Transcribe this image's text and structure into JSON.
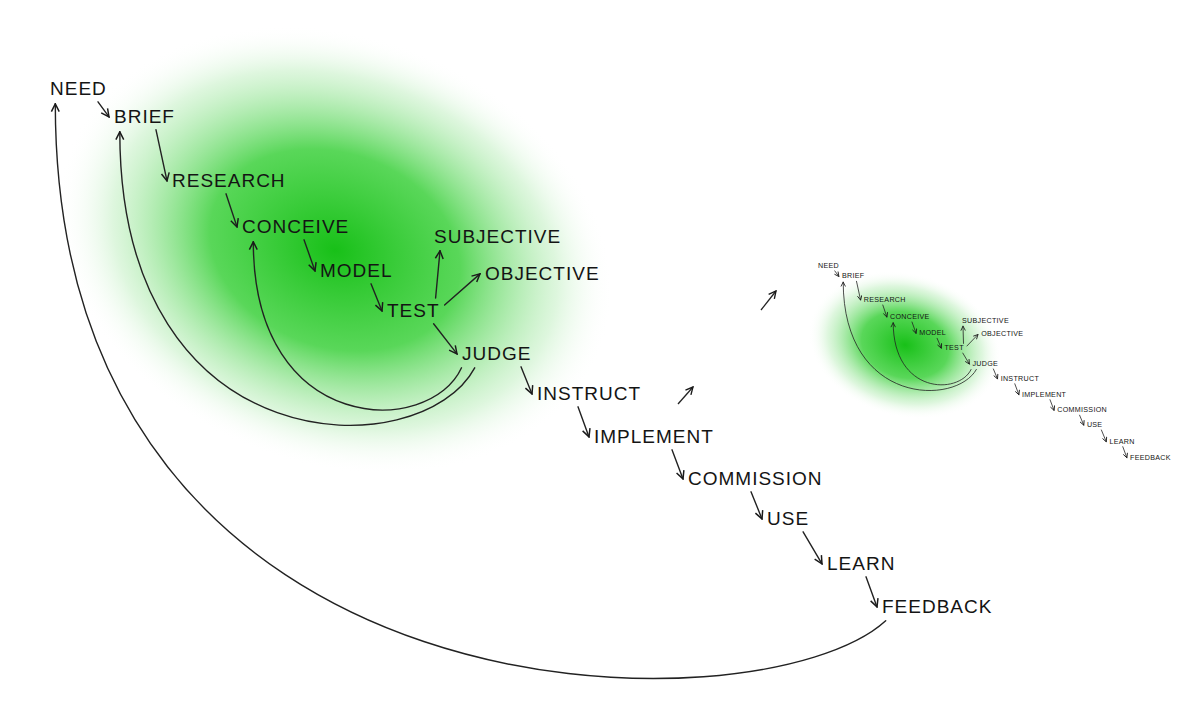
{
  "diagram": {
    "nodes": [
      {
        "text": [
          "NEED"
        ]
      },
      {
        "text": [
          "BRIEF"
        ]
      },
      {
        "text": [
          "RESEARCH"
        ]
      },
      {
        "text": [
          "CONCEIVE"
        ]
      },
      {
        "text": [
          "MODEL"
        ]
      },
      {
        "text": [
          "TEST"
        ]
      },
      {
        "text": [
          "SUBJECTIVE"
        ]
      },
      {
        "text": [
          "OBJECTIVE"
        ]
      },
      {
        "text": [
          "JUDGE"
        ]
      },
      {
        "text": [
          "INSTRUCT"
        ]
      },
      {
        "text": [
          "IMPLEMENT"
        ]
      },
      {
        "text": [
          "COMMISSION"
        ]
      },
      {
        "text": [
          "USE"
        ]
      },
      {
        "text": [
          "LEARN"
        ]
      },
      {
        "text": [
          "FEEDBACK"
        ]
      },
      {
        "text": [
          "NEED"
        ]
      },
      {
        "text": [
          "BRIEF"
        ]
      },
      {
        "text": [
          "RESEARCH"
        ]
      },
      {
        "text": [
          "CONCEIVE"
        ]
      },
      {
        "text": [
          "MODEL"
        ]
      },
      {
        "text": [
          "TEST"
        ]
      },
      {
        "text": [
          "SUBJECTIVE"
        ]
      },
      {
        "text": [
          "OBJECTIVE"
        ]
      },
      {
        "text": [
          "JUDGE"
        ]
      },
      {
        "text": [
          "INSTRUCT"
        ]
      },
      {
        "text": [
          "IMPLEMENT"
        ]
      },
      {
        "text": [
          "COMMISSION"
        ]
      },
      {
        "text": [
          "USE"
        ]
      },
      {
        "text": [
          "LEARN"
        ]
      },
      {
        "text": [
          "FEEDBACK"
        ]
      }
    ],
    "edges": [
      {
        "from": 0,
        "to": 1,
        "arrow": "to"
      },
      {
        "from": 1,
        "to": 2,
        "arrow": "to"
      },
      {
        "from": 2,
        "to": 3,
        "arrow": "to"
      },
      {
        "from": 3,
        "to": 4,
        "arrow": "to"
      },
      {
        "from": 4,
        "to": 5,
        "arrow": "to"
      },
      {
        "from": 5,
        "to": 6,
        "arrow": "to"
      },
      {
        "from": 5,
        "to": 7,
        "arrow": "to"
      },
      {
        "from": 5,
        "to": 8,
        "arrow": "to"
      },
      {
        "from": 8,
        "to": 9,
        "arrow": "to"
      },
      {
        "from": 9,
        "to": 10,
        "arrow": "to"
      },
      {
        "from": 10,
        "to": 11,
        "arrow": "to"
      },
      {
        "from": 11,
        "to": 12,
        "arrow": "to"
      },
      {
        "from": 12,
        "to": 13,
        "arrow": "to"
      },
      {
        "from": 13,
        "to": 14,
        "arrow": "to"
      },
      {
        "from": 8,
        "to": 3,
        "arrow": "to"
      },
      {
        "from": 8,
        "to": 1,
        "arrow": "to"
      },
      {
        "from": 14,
        "to": 0,
        "arrow": "to"
      },
      {
        "from": 15,
        "to": 16,
        "arrow": "to"
      },
      {
        "from": 16,
        "to": 17,
        "arrow": "to"
      },
      {
        "from": 17,
        "to": 18,
        "arrow": "to"
      },
      {
        "from": 18,
        "to": 19,
        "arrow": "to"
      },
      {
        "from": 19,
        "to": 20,
        "arrow": "to"
      },
      {
        "from": 20,
        "to": 21,
        "arrow": "to"
      },
      {
        "from": 20,
        "to": 22,
        "arrow": "to"
      },
      {
        "from": 20,
        "to": 23,
        "arrow": "to"
      },
      {
        "from": 23,
        "to": 24,
        "arrow": "to"
      },
      {
        "from": 24,
        "to": 25,
        "arrow": "to"
      },
      {
        "from": 25,
        "to": 26,
        "arrow": "to"
      },
      {
        "from": 26,
        "to": 27,
        "arrow": "to"
      },
      {
        "from": 27,
        "to": 28,
        "arrow": "to"
      },
      {
        "from": 28,
        "to": 29,
        "arrow": "to"
      },
      {
        "from": 23,
        "to": 18,
        "arrow": "to"
      },
      {
        "from": 23,
        "to": 16,
        "arrow": "to"
      }
    ]
  }
}
